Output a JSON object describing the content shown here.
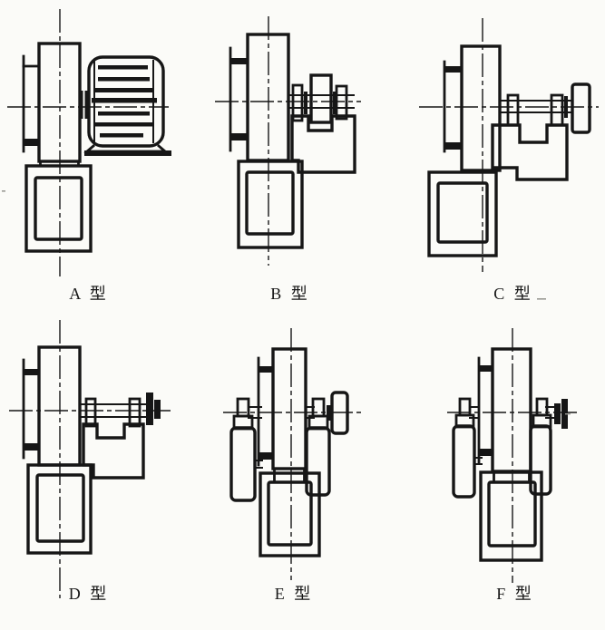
{
  "colors": {
    "line": "#161616",
    "background": "#fbfbf8"
  },
  "diagrams": [
    {
      "id": "A",
      "label": "A 型"
    },
    {
      "id": "B",
      "label": "B 型"
    },
    {
      "id": "C",
      "label": "C 型"
    },
    {
      "id": "D",
      "label": "D 型"
    },
    {
      "id": "E",
      "label": "E 型"
    },
    {
      "id": "F",
      "label": "F 型"
    }
  ]
}
